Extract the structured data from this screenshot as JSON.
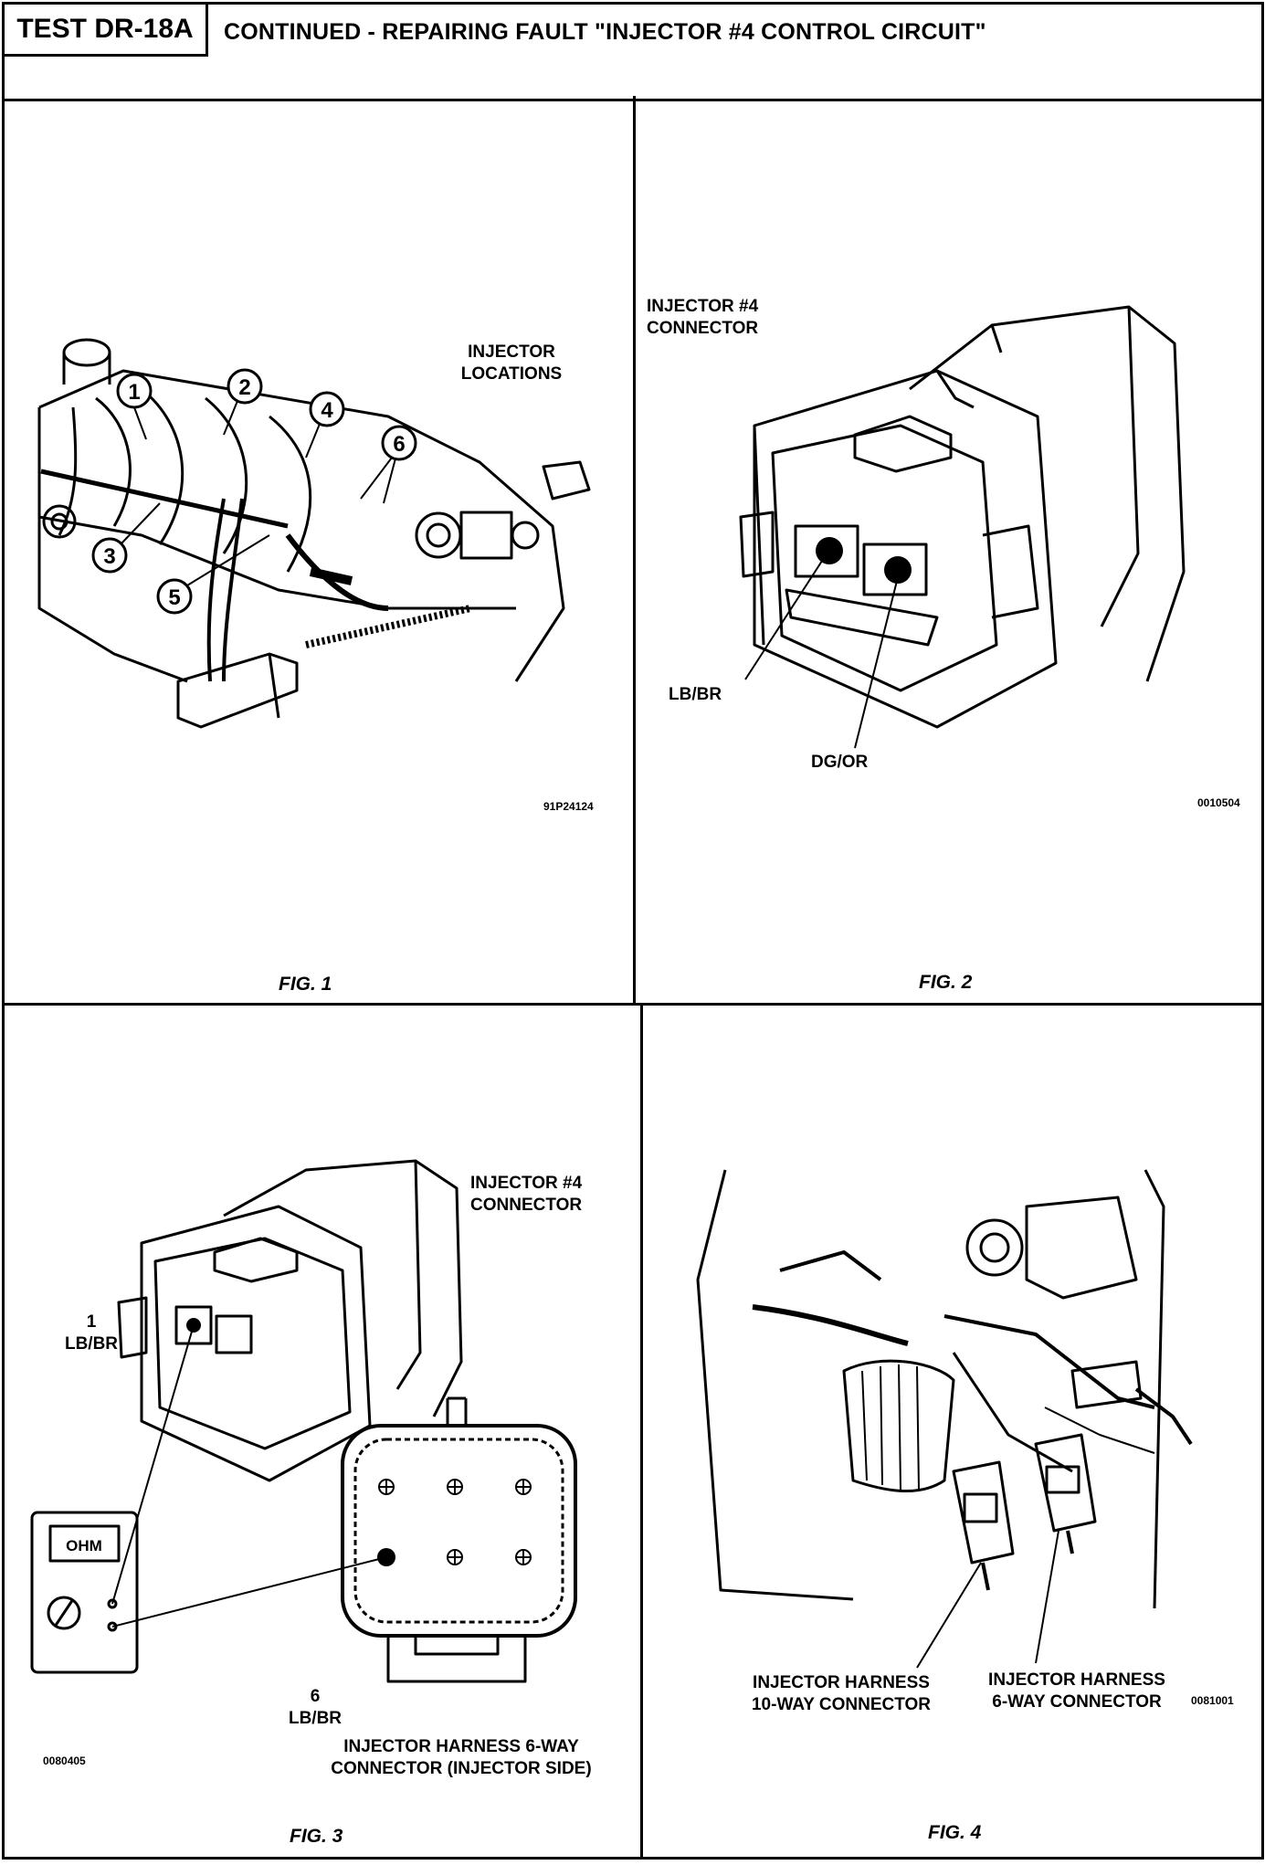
{
  "header": {
    "test_id": "TEST DR-18A",
    "title": "CONTINUED - REPAIRING FAULT \"INJECTOR #4 CONTROL CIRCUIT\""
  },
  "fig1": {
    "caption": "FIG. 1",
    "title_line1": "INJECTOR",
    "title_line2": "LOCATIONS",
    "code": "91P24124",
    "callouts": [
      "1",
      "2",
      "3",
      "4",
      "5",
      "6"
    ]
  },
  "fig2": {
    "caption": "FIG. 2",
    "title_line1": "INJECTOR #4",
    "title_line2": "CONNECTOR",
    "wire_a": "LB/BR",
    "wire_b": "DG/OR",
    "code": "0010504"
  },
  "fig3": {
    "caption": "FIG. 3",
    "title_line1": "INJECTOR #4",
    "title_line2": "CONNECTOR",
    "pin1_num": "1",
    "pin1_wire": "LB/BR",
    "pin6_num": "6",
    "pin6_wire": "LB/BR",
    "meter_label": "OHM",
    "harness_line1": "INJECTOR HARNESS 6-WAY",
    "harness_line2": "CONNECTOR (INJECTOR SIDE)",
    "code": "0080405"
  },
  "fig4": {
    "caption": "FIG. 4",
    "left_line1": "INJECTOR HARNESS",
    "left_line2": "10-WAY CONNECTOR",
    "right_line1": "INJECTOR HARNESS",
    "right_line2": "6-WAY CONNECTOR",
    "code": "0081001"
  }
}
